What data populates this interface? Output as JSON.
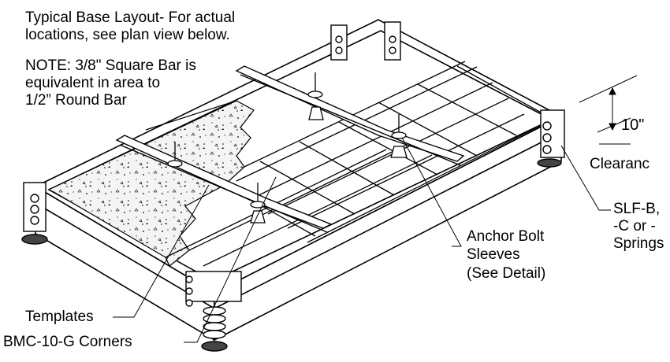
{
  "notes": {
    "layout_line1": "Typical Base Layout- For actual",
    "layout_line2": "locations, see plan view below.",
    "note_line1": "NOTE: 3/8\" Square Bar is",
    "note_line2": "equivalent in area to",
    "note_line3": "1/2” Round Bar"
  },
  "callouts": {
    "clearance_value": "10\"",
    "clearance_label": "Clearanc",
    "spring_line1": "SLF-B,",
    "spring_line2": "-C or -",
    "spring_line3": "Springs",
    "anchor_line1": "Anchor Bolt",
    "anchor_line2": "Sleeves",
    "anchor_line3": "(See Detail)",
    "templates": "Templates",
    "corners": "BMC-10-G Corners"
  },
  "colors": {
    "ink": "#000000",
    "concrete": "#f2f2f2",
    "spring_shade": "#555555"
  }
}
